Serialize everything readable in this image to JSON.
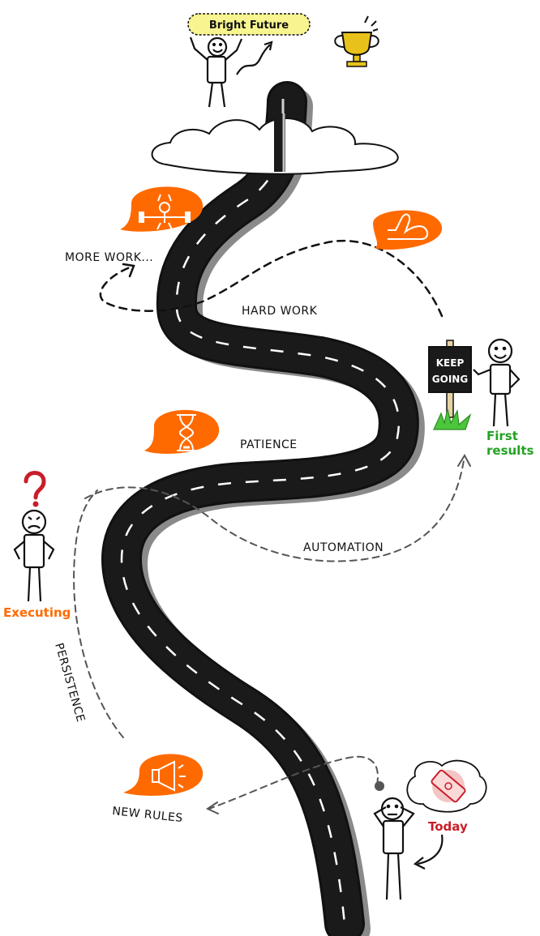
{
  "bubble_top": {
    "text": "Bright Future"
  },
  "labels": {
    "more_work": "MORE WORK...",
    "hard_work": "HARD WORK",
    "patience": "PATIENCE",
    "automation": "AUTOMATION",
    "persistence": "PERSISTENCE",
    "new_rules": "NEW RULES"
  },
  "sign": {
    "line1": "KEEP",
    "line2": "GOING"
  },
  "people": {
    "first_results_line1": "First",
    "first_results_line2": "results",
    "executing": "Executing",
    "today": "Today"
  },
  "icons": [
    "trophy-icon",
    "bunny-lifting-icon",
    "flexed-arm-icon",
    "hourglass-icon",
    "megaphone-icon",
    "question-mark-icon",
    "dollar-bill-icon"
  ],
  "colors": {
    "orange": "#ff6a00",
    "green": "#22a322",
    "red": "#c81e2a",
    "road": "#111111",
    "trophy": "#e8c21a",
    "bubble_yellow": "#f8f590"
  }
}
